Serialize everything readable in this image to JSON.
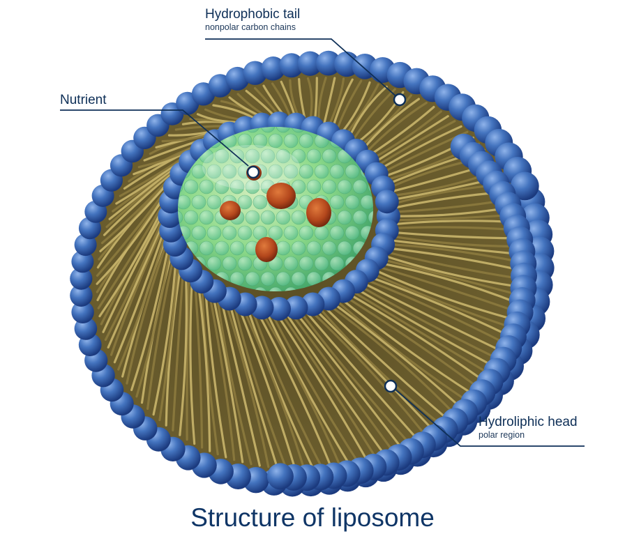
{
  "labels": {
    "tail": {
      "title": "Hydrophobic tail",
      "subtitle": "nonpolar carbon chains"
    },
    "nutrient": {
      "title": "Nutrient"
    },
    "head": {
      "title": "Hydroliphic head",
      "subtitle": "polar region"
    }
  },
  "caption": "Structure of liposome",
  "colors": {
    "head": "#3e6fb8",
    "head_dark": "#1b3f86",
    "tail": "#8c7a3e",
    "tail_light": "#c9b56b",
    "core": "#7fd88a",
    "nutrient": "#b3471c",
    "text": "#0e2f57"
  }
}
